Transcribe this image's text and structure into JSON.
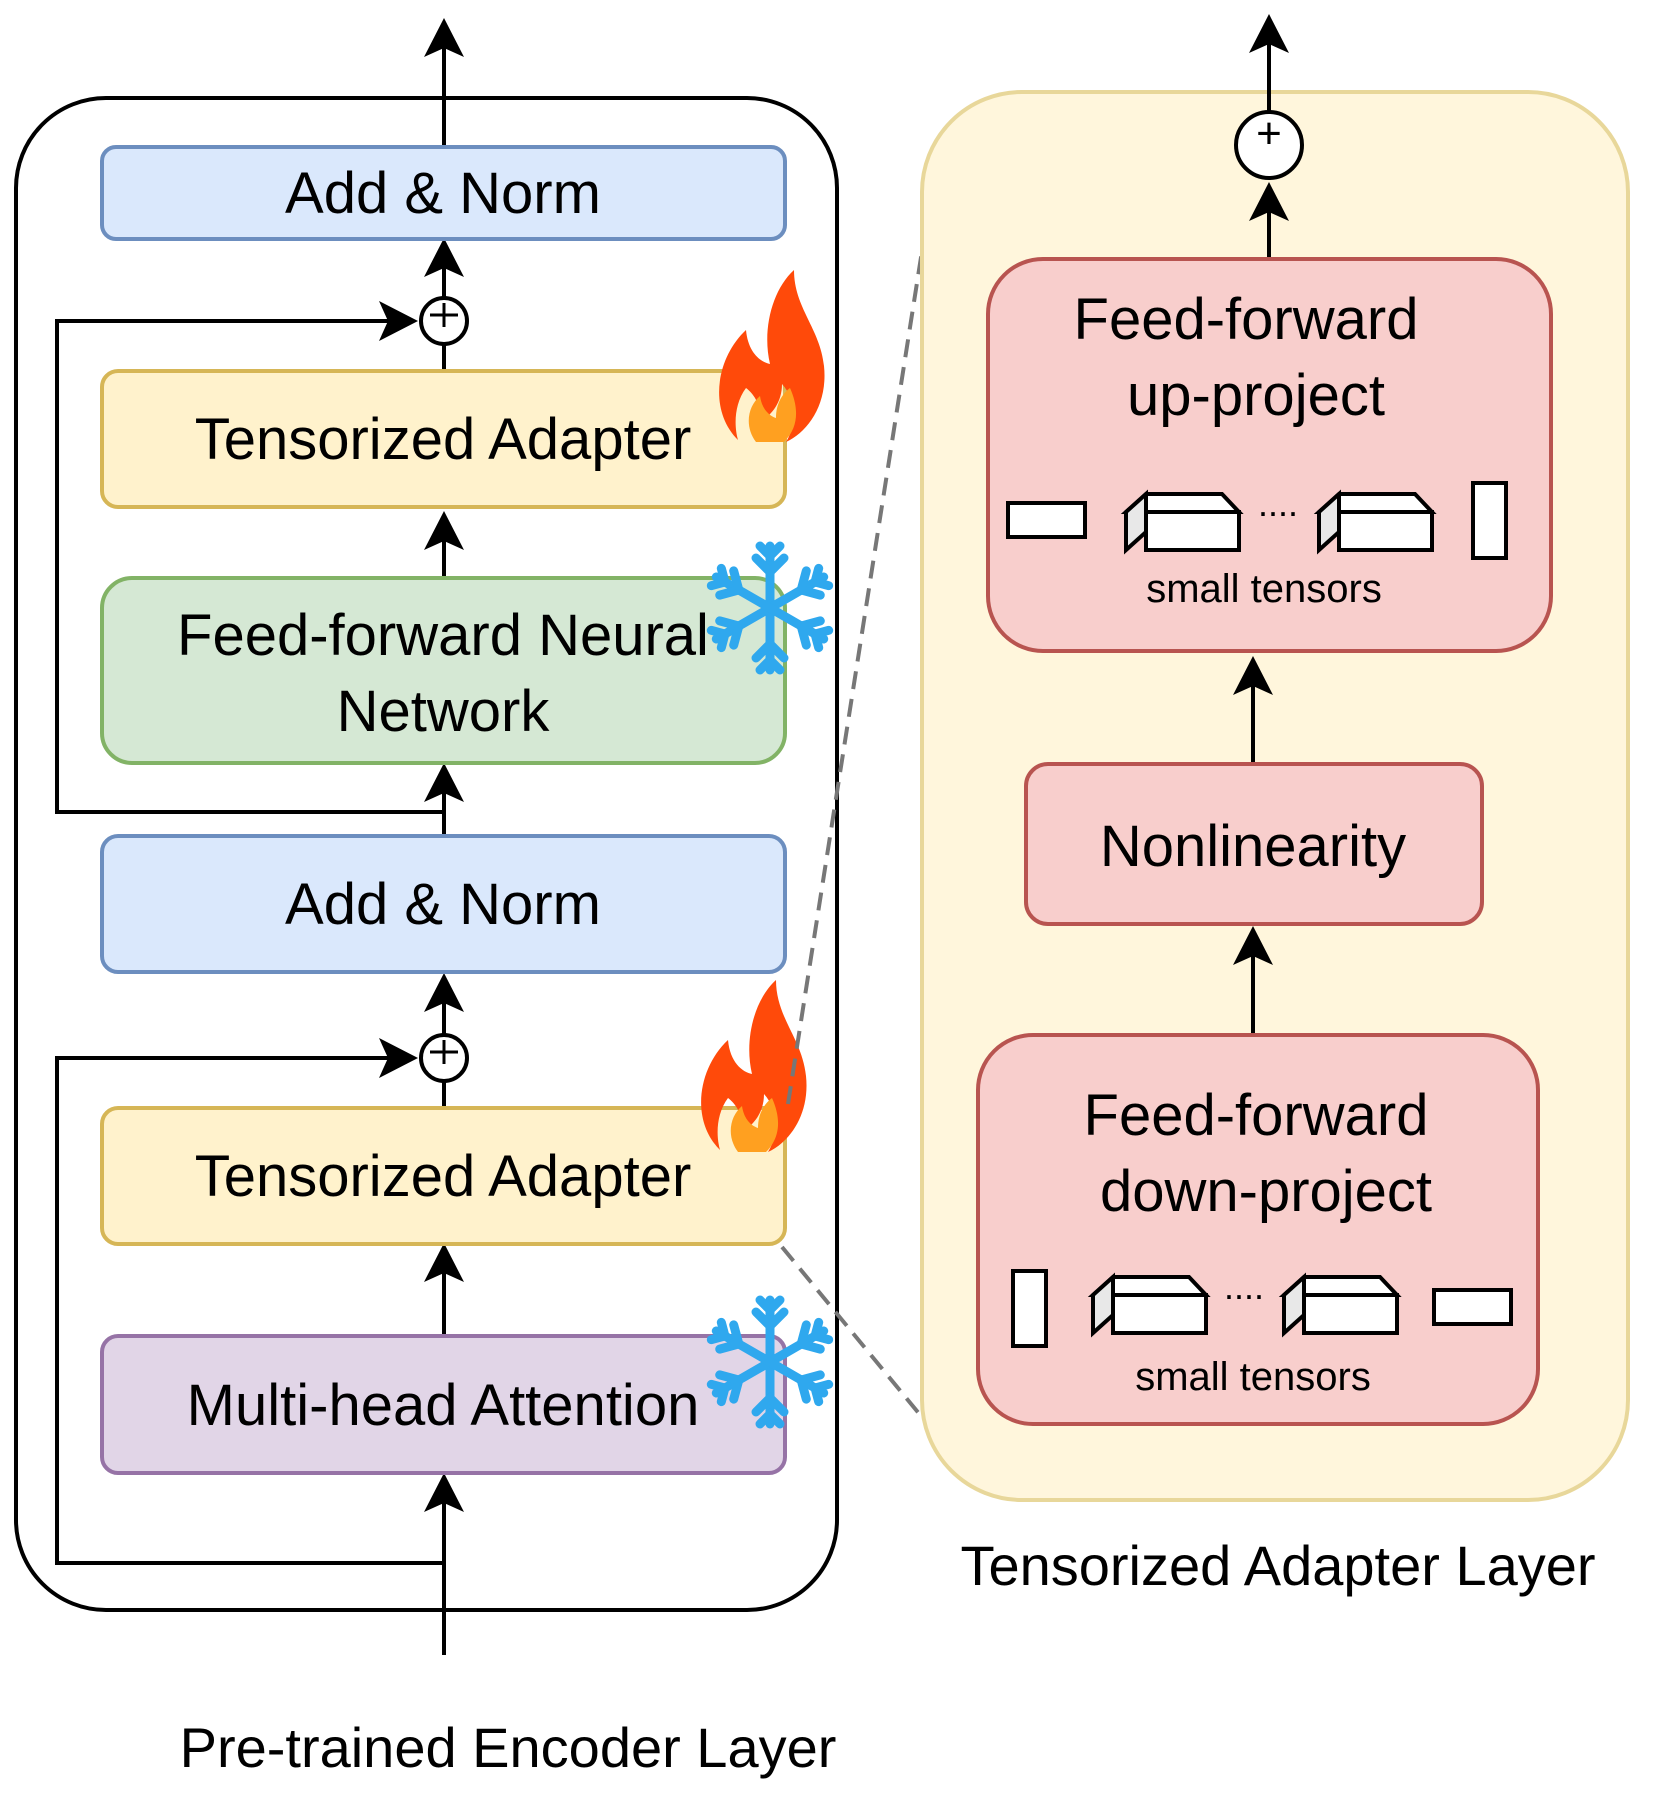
{
  "encoder": {
    "caption": "Pre-trained Encoder Layer",
    "blocks": {
      "add_norm_top": "Add & Norm",
      "adapter_top": "Tensorized Adapter",
      "ffn_line1": "Feed-forward Neural",
      "ffn_line2": "Network",
      "add_norm_mid": "Add & Norm",
      "adapter_bottom": "Tensorized Adapter",
      "attention": "Multi-head Attention"
    },
    "icons": {
      "trainable": "fire-icon",
      "frozen": "snowflake-icon"
    }
  },
  "adapter_layer": {
    "caption": "Tensorized Adapter Layer",
    "up_project": {
      "line1": "Feed-forward",
      "line2": "up-project",
      "tensors_label": "small tensors"
    },
    "nonlinearity": "Nonlinearity",
    "down_project": {
      "line1": "Feed-forward",
      "line2": "down-project",
      "tensors_label": "small tensors"
    },
    "dots": "....",
    "sum_symbol": "+"
  },
  "colors": {
    "norm_fill": "#dae8fc",
    "norm_stroke": "#6c8ebf",
    "adapter_fill": "#fff2cc",
    "adapter_stroke": "#d6b656",
    "ffn_fill": "#d5e8d4",
    "ffn_stroke": "#82b366",
    "attn_fill": "#e1d5e7",
    "attn_stroke": "#9673a6",
    "proj_fill": "#f8cecc",
    "proj_stroke": "#b85450",
    "panel_fill": "#fff6dc",
    "panel_stroke": "#e8d79a",
    "fire_outer": "#ff4a0a",
    "fire_inner": "#ffa020",
    "snow": "#2fa8ee"
  }
}
